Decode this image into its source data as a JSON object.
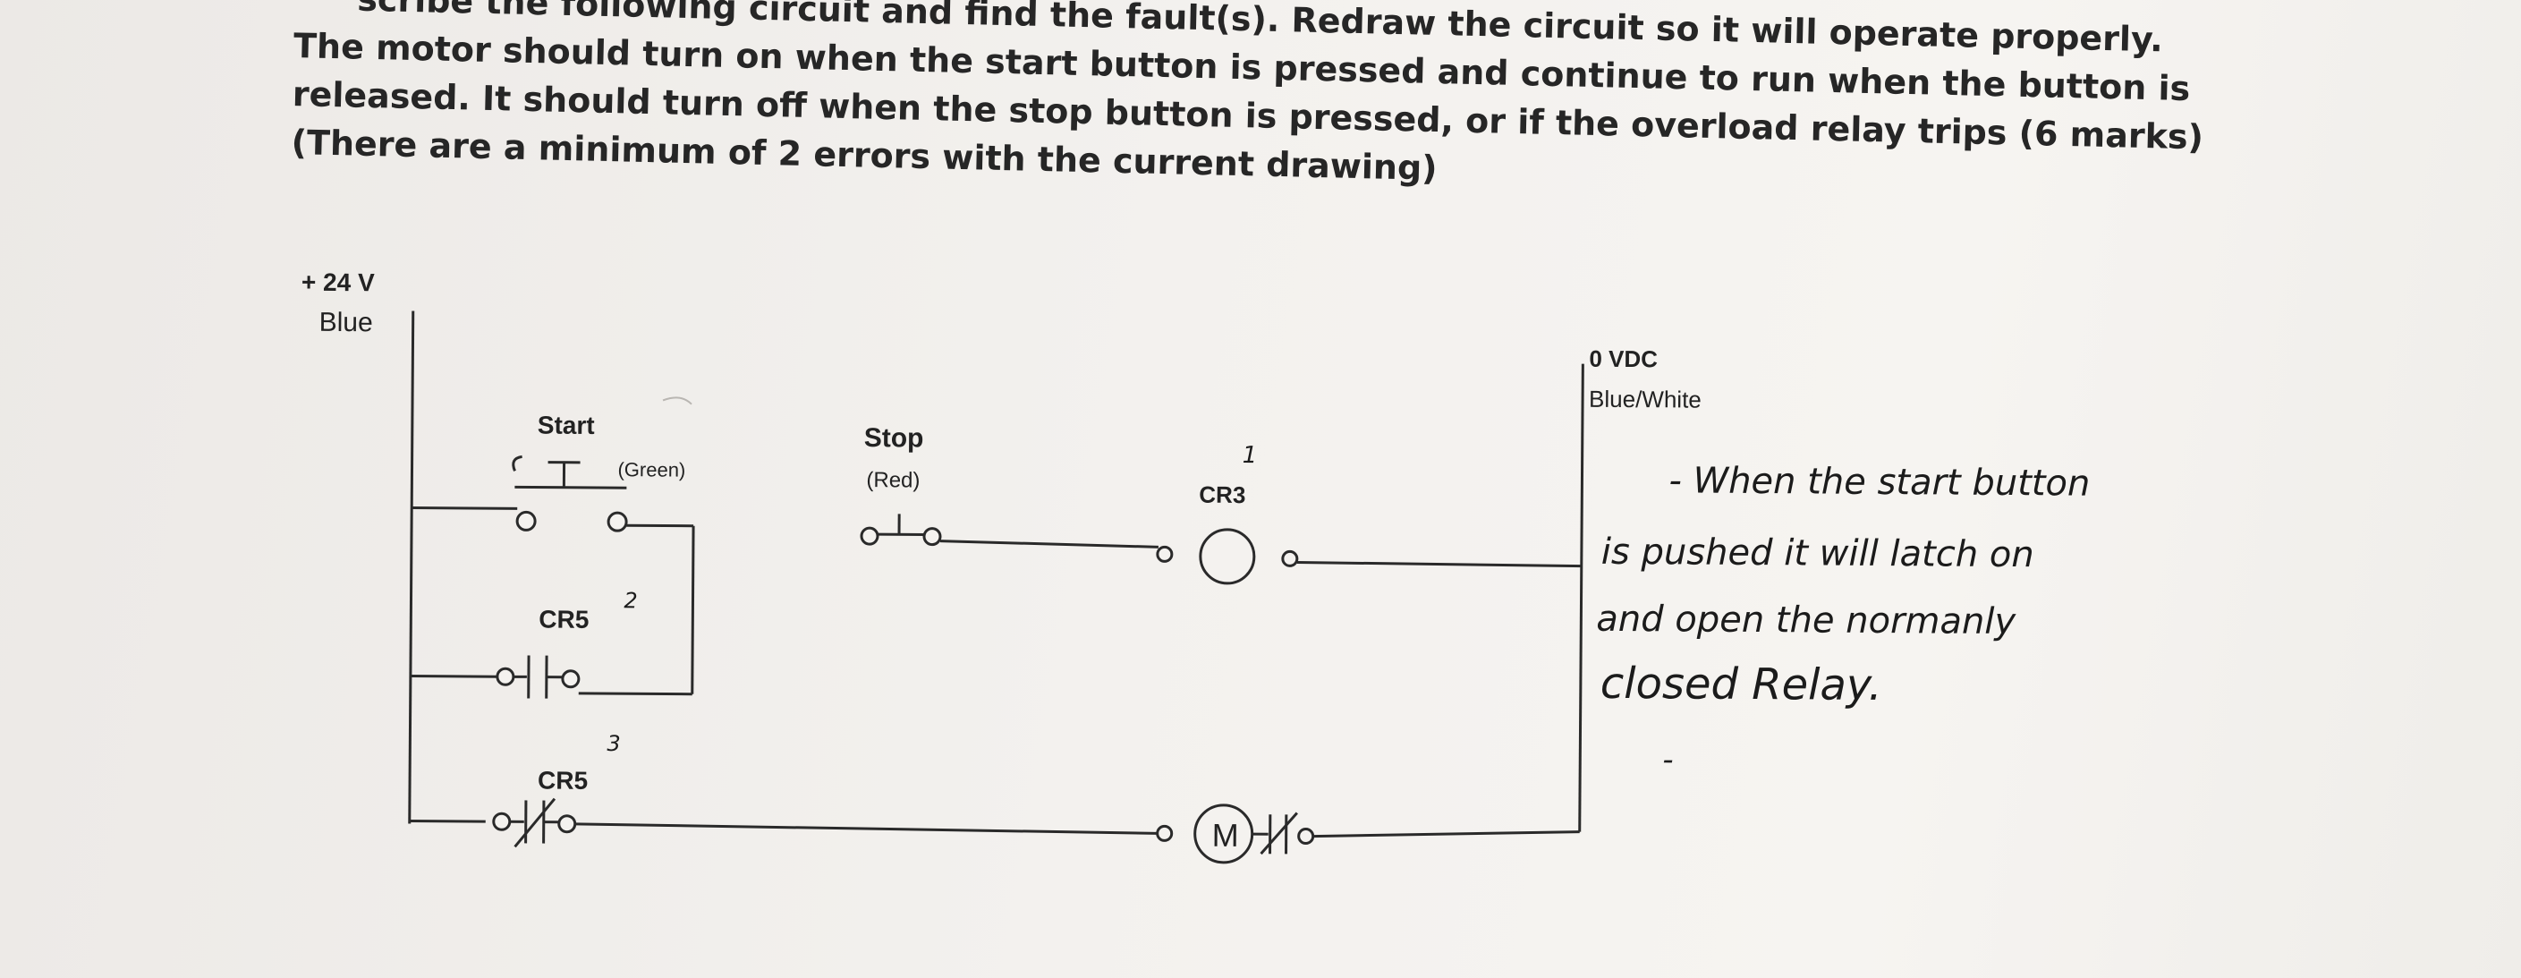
{
  "question": {
    "lines": [
      "scribe the following circuit and find the fault(s). Redraw the circuit so it will operate properly.",
      "The motor should turn on when the start button is pressed and continue to run when the button is",
      "released.  It should turn off when the stop button is pressed, or if the overload relay trips (6 marks)",
      "(There are a minimum of 2 errors with the current drawing)"
    ]
  },
  "circuit": {
    "supply_left": {
      "voltage": "+ 24 V",
      "wire": "Blue"
    },
    "supply_right": {
      "voltage": "0 VDC",
      "wire": "Blue/White"
    },
    "start": {
      "label": "Start",
      "color": "(Green)"
    },
    "stop": {
      "label": "Stop",
      "color": "(Red)"
    },
    "coil": {
      "label": "CR3"
    },
    "contact_1": {
      "label": "CR5"
    },
    "contact_2": {
      "label": "CR5"
    },
    "motor": {
      "label": "M"
    }
  },
  "handwriting": {
    "mark_coil": "1",
    "mark_contact1": "2",
    "mark_contact2": "3",
    "answer_lines": [
      "- When the start button",
      "is pushed it will latch on",
      "and open the normanly",
      "closed Relay."
    ],
    "dash": "-"
  }
}
